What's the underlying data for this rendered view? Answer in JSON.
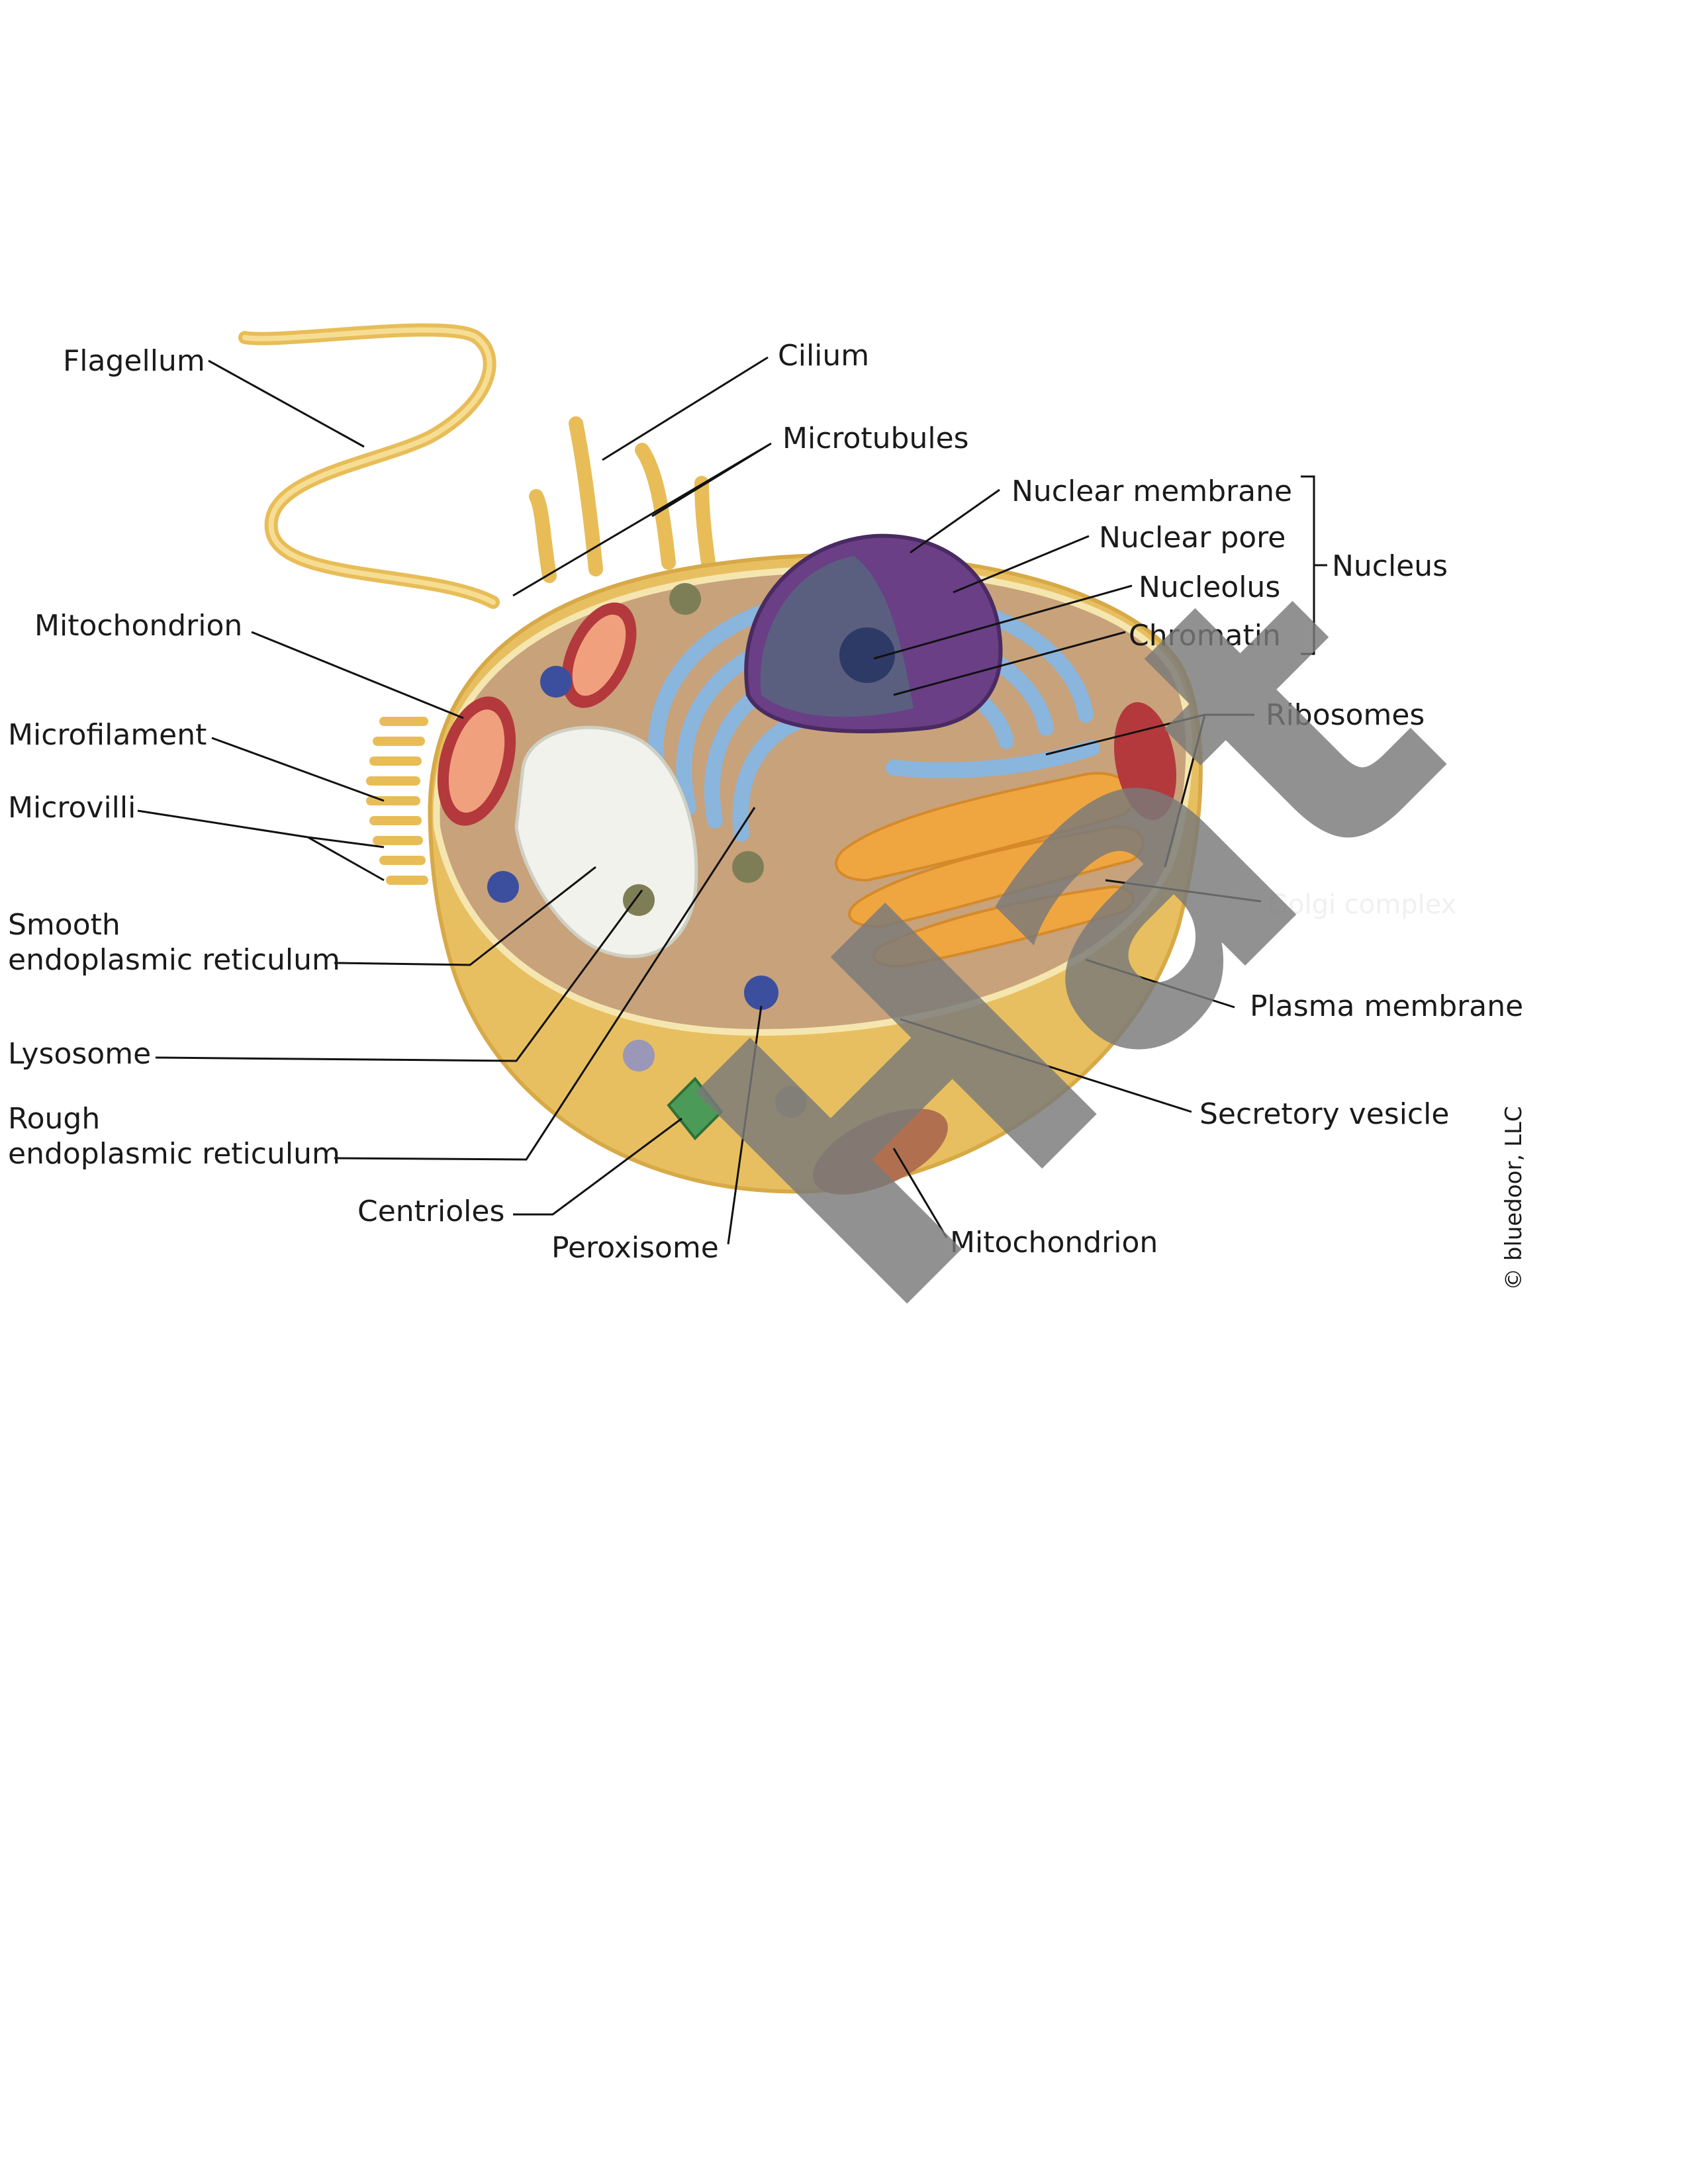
{
  "labels": {
    "flagellum": "Flagellum",
    "cilium": "Cilium",
    "microtubules": "Microtubules",
    "nuclear_membrane": "Nuclear membrane",
    "nuclear_pore": "Nuclear pore",
    "nucleolus": "Nucleolus",
    "chromatin": "Chromatin",
    "nucleus": "Nucleus",
    "mitochondrion_top": "Mitochondrion",
    "microfilament": "Microfilament",
    "microvilli": "Microvilli",
    "ribosomes": "Ribosomes",
    "smooth_er_line1": "Smooth",
    "smooth_er_line2": "endoplasmic reticulum",
    "golgi": "Golgi complex",
    "plasma_membrane": "Plasma membrane",
    "lysosome": "Lysosome",
    "rough_er_line1": "Rough",
    "rough_er_line2": "endoplasmic reticulum",
    "secretory_vesicle": "Secretory vesicle",
    "centrioles": "Centrioles",
    "peroxisome": "Peroxisome",
    "mitochondrion_bottom": "Mitochondrion"
  },
  "credit": "© bluedoor, LLC",
  "watermark": "Hat",
  "colors": {
    "cytoplasm": "#ebc46a",
    "membrane": "#f3d98c",
    "nucleus": "#6a3f86",
    "nucleus_inner": "#5a5f80",
    "er": "#8ab5dd",
    "golgi": "#f0a640",
    "mitochondrion": "#b3393c",
    "ribosome": "#c45a2a",
    "smooth_er": "#f2f2ec",
    "centriole": "#4c9a57",
    "peroxisome": "#3c4f9e"
  }
}
